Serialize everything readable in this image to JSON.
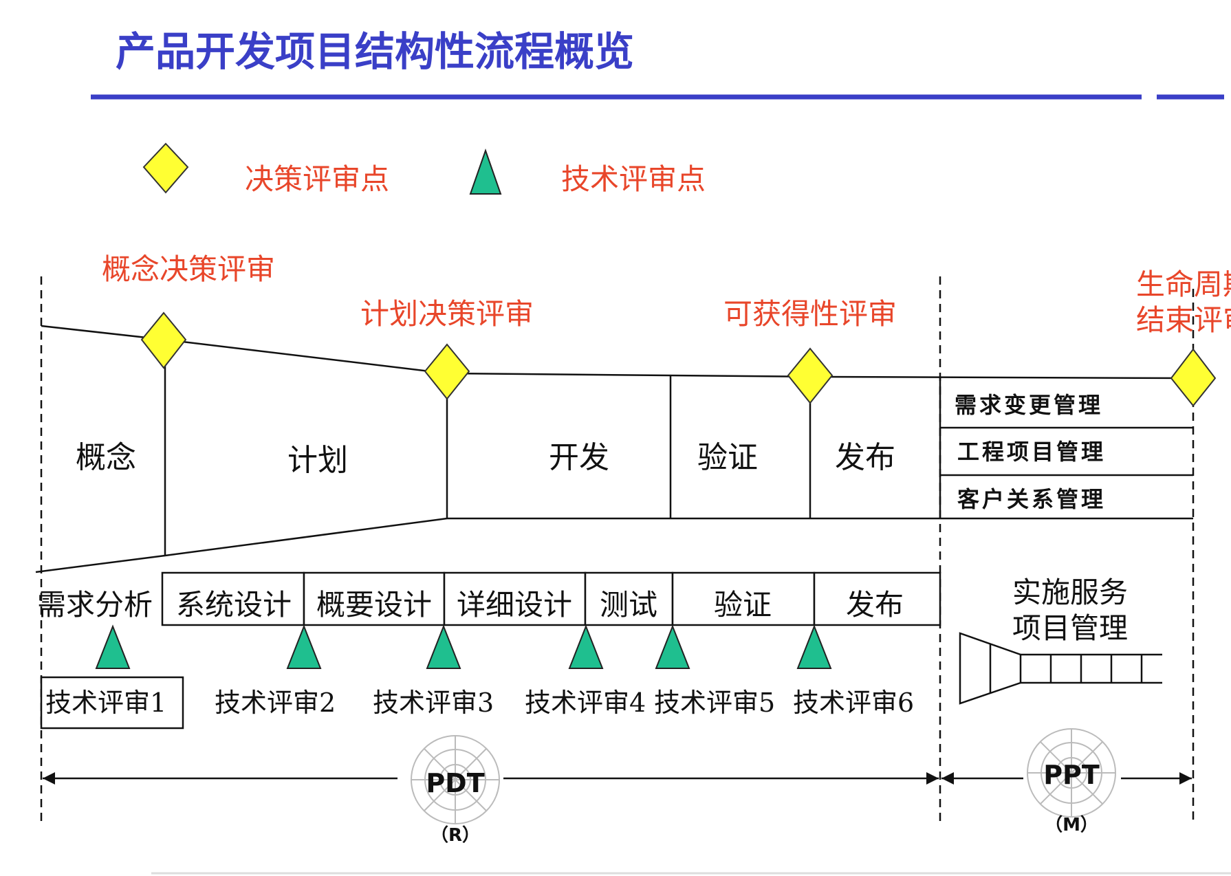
{
  "title": "产品开发项目结构性流程概览",
  "legend": {
    "decision": "决策评审点",
    "technical": "技术评审点"
  },
  "decision_reviews": {
    "concept": "概念决策评审",
    "plan": "计划决策评审",
    "availability": "可获得性评审",
    "eol_line1": "生命周期",
    "eol_line2": "结束评审"
  },
  "phases": [
    "概念",
    "计划",
    "开发",
    "验证",
    "发布"
  ],
  "mgmt": [
    "需求变更管理",
    "工程项目管理",
    "客户关系管理"
  ],
  "activities": [
    "需求分析",
    "系统设计",
    "概要设计",
    "详细设计",
    "测试",
    "验证",
    "发布"
  ],
  "tech_reviews": [
    "技术评审1",
    "技术评审2",
    "技术评审3",
    "技术评审4",
    "技术评审5",
    "技术评审6"
  ],
  "service": {
    "line1": "实施服务",
    "line2": "项目管理"
  },
  "teams": {
    "pdt": "PDT",
    "pdt_sub": "（R）",
    "ppt": "PPT",
    "ppt_sub": "（M）"
  },
  "colors": {
    "title": "#3a3fc7",
    "rule": "#3a3fc7",
    "red_text": "#e8462a",
    "diamond": "#ffff33",
    "triangle": "#1fbf8f"
  }
}
